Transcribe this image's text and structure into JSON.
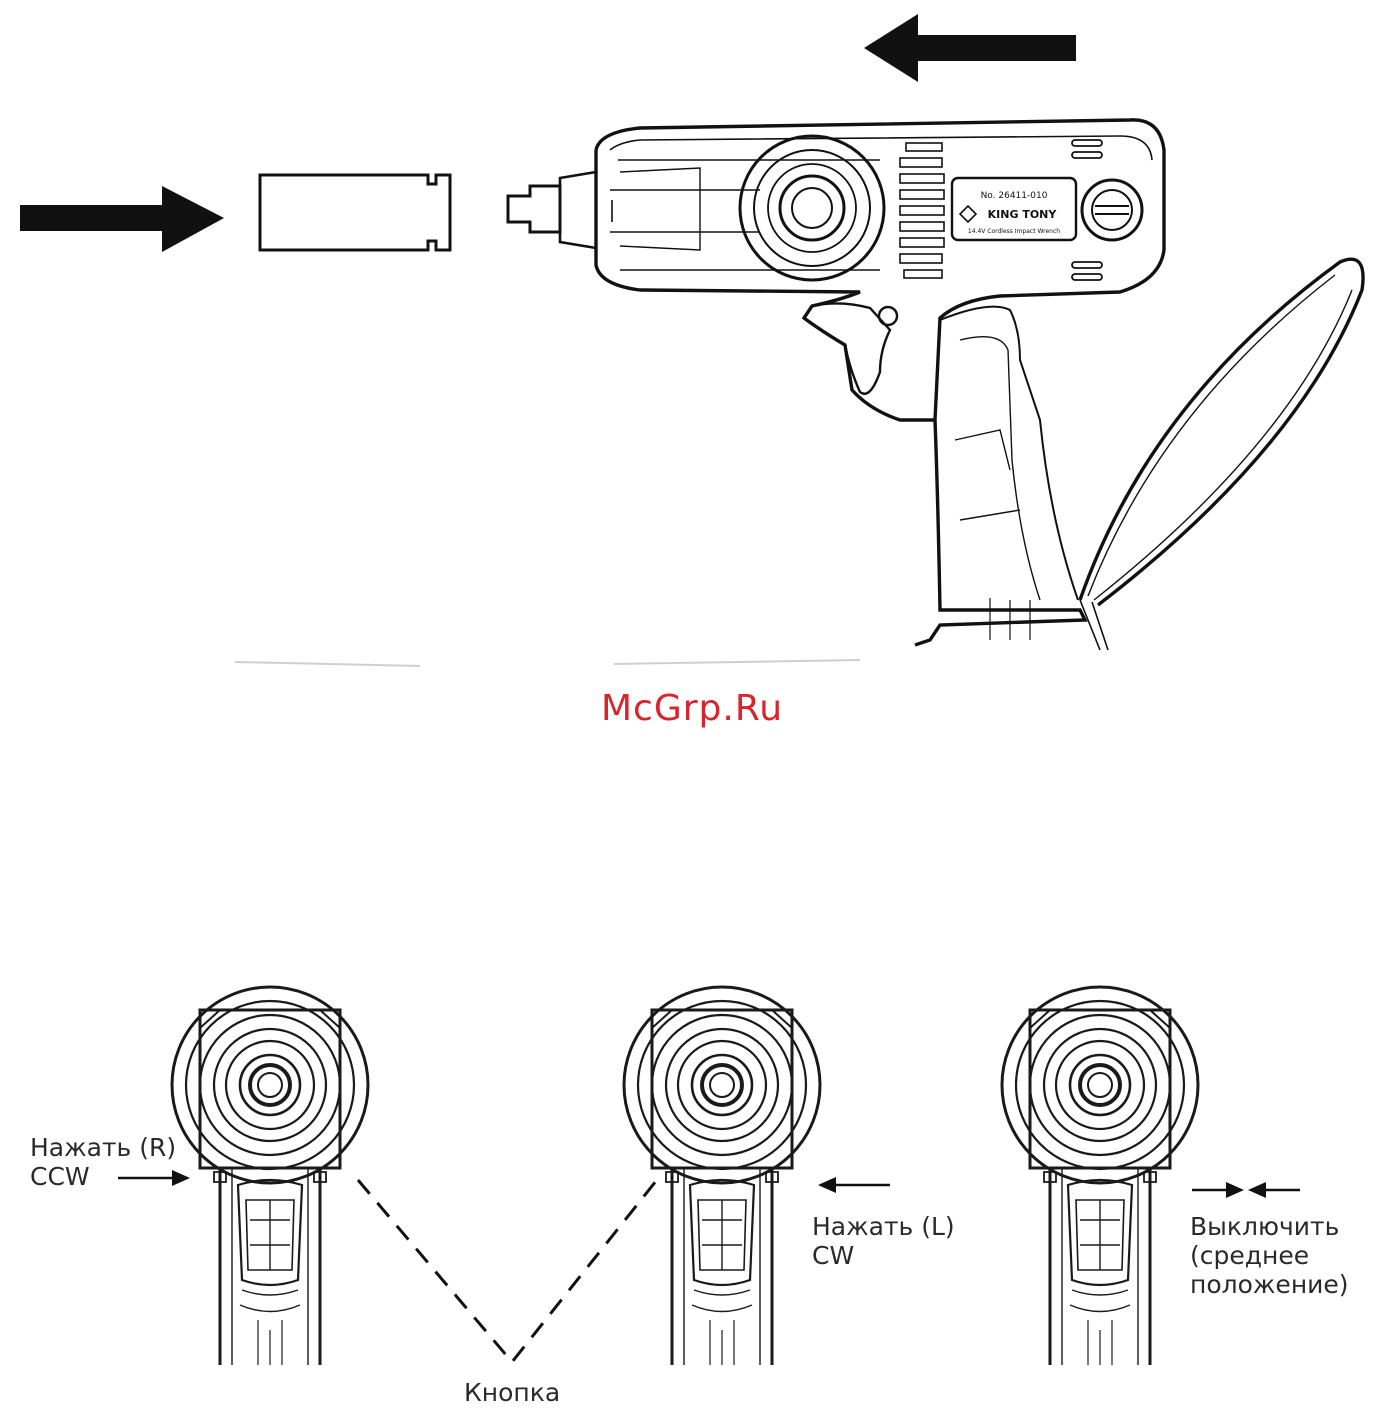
{
  "watermark": "McGrp.Ru",
  "brand": "KING TONY",
  "model": "No. 26411-010",
  "product_line": "14.4V Cordless Impact Wrench",
  "labels": {
    "ccw_1": "Нажать (R)",
    "ccw_2": "CCW",
    "cw_1": "Нажать (L)",
    "cw_2": "CW",
    "off_1": "Выключить",
    "off_2": "(среднее",
    "off_3": "положение)",
    "button": "Кнопка"
  }
}
